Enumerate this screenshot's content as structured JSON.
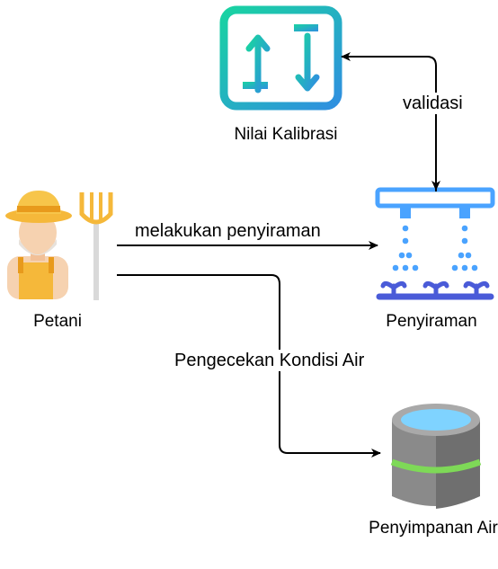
{
  "nodes": {
    "calibration": {
      "label": "Nilai Kalibrasi",
      "icon": "calibration-panel-icon"
    },
    "farmer": {
      "label": "Petani",
      "icon": "farmer-icon"
    },
    "sprinkler": {
      "label": "Penyiraman",
      "icon": "sprinkler-icon"
    },
    "storage": {
      "label": "Penyimpanan Air",
      "icon": "water-tank-icon"
    }
  },
  "edges": {
    "validasi": {
      "label": "validasi",
      "from": "Penyiraman",
      "to": "Nilai Kalibrasi"
    },
    "melakukan": {
      "label": "melakukan penyiraman",
      "from": "Petani",
      "to": "Penyiraman"
    },
    "pengecekan": {
      "label": "Pengecekan Kondisi Air",
      "from": "Petani",
      "to": "Penyimpanan Air"
    }
  },
  "colors": {
    "calibration_gradient": [
      "#19d3a2",
      "#2f8fe0"
    ],
    "sprinkler_bar": "#4aa3ff",
    "sprinkler_plant": "#4a5bd8",
    "tank_body": "#8a8a8a",
    "tank_water": "#7fd3ff",
    "tank_band": "#7ed957",
    "farmer_hat": "#f5b83a",
    "arrow": "#000000"
  }
}
